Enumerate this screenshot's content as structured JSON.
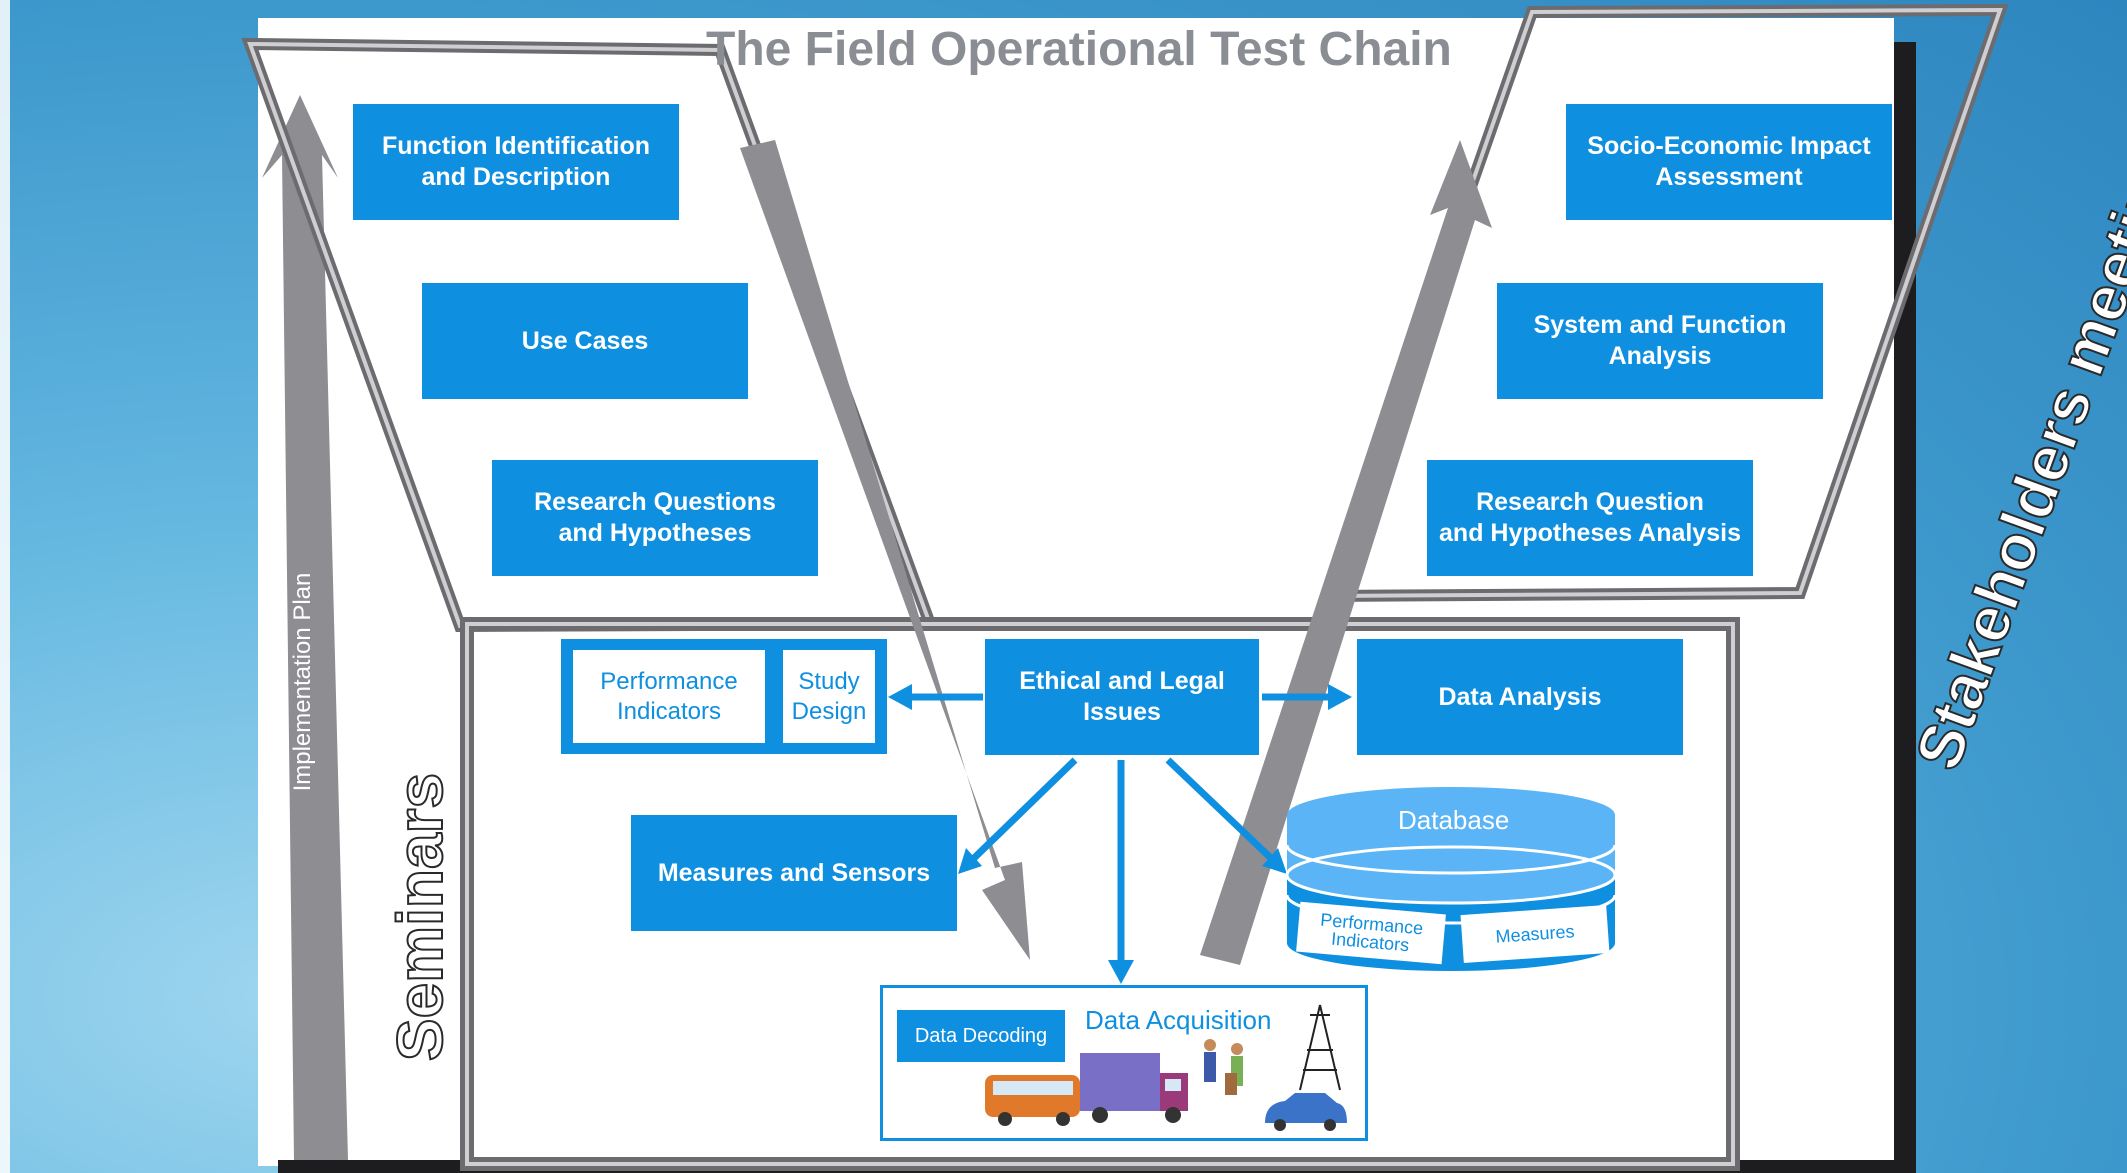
{
  "title": "The Field Operational Test Chain",
  "left_arm": {
    "boxes": [
      "Function Identification\nand Description",
      "Use Cases",
      "Research Questions\nand Hypotheses"
    ]
  },
  "right_arm": {
    "boxes": [
      "Socio-Economic Impact\nAssessment",
      "System and Function\nAnalysis",
      "Research Question\nand Hypotheses Analysis"
    ]
  },
  "bottom": {
    "performance_indicators": "Performance\nIndicators",
    "study_design": "Study\nDesign",
    "ethical_legal": "Ethical and Legal\nIssues",
    "data_analysis": "Data Analysis",
    "measures_sensors": "Measures and Sensors",
    "database": {
      "title": "Database",
      "left": "Performance\nIndicators",
      "right": "Measures"
    },
    "data_acquisition": "Data Acquisition",
    "data_decoding": "Data Decoding"
  },
  "side_labels": {
    "implementation_plan": "Implementation Plan",
    "seminars": "Seminars",
    "stakeholders": "Stakeholders meetings"
  },
  "colors": {
    "box_blue": "#0f8fe0",
    "frame_gray": "#8e8e92",
    "title_gray": "#8a8d93",
    "database_blue": "#5ab4f5"
  },
  "icons": [
    "bus-icon",
    "truck-icon",
    "people-icon",
    "radio-tower-icon",
    "car-icon"
  ]
}
